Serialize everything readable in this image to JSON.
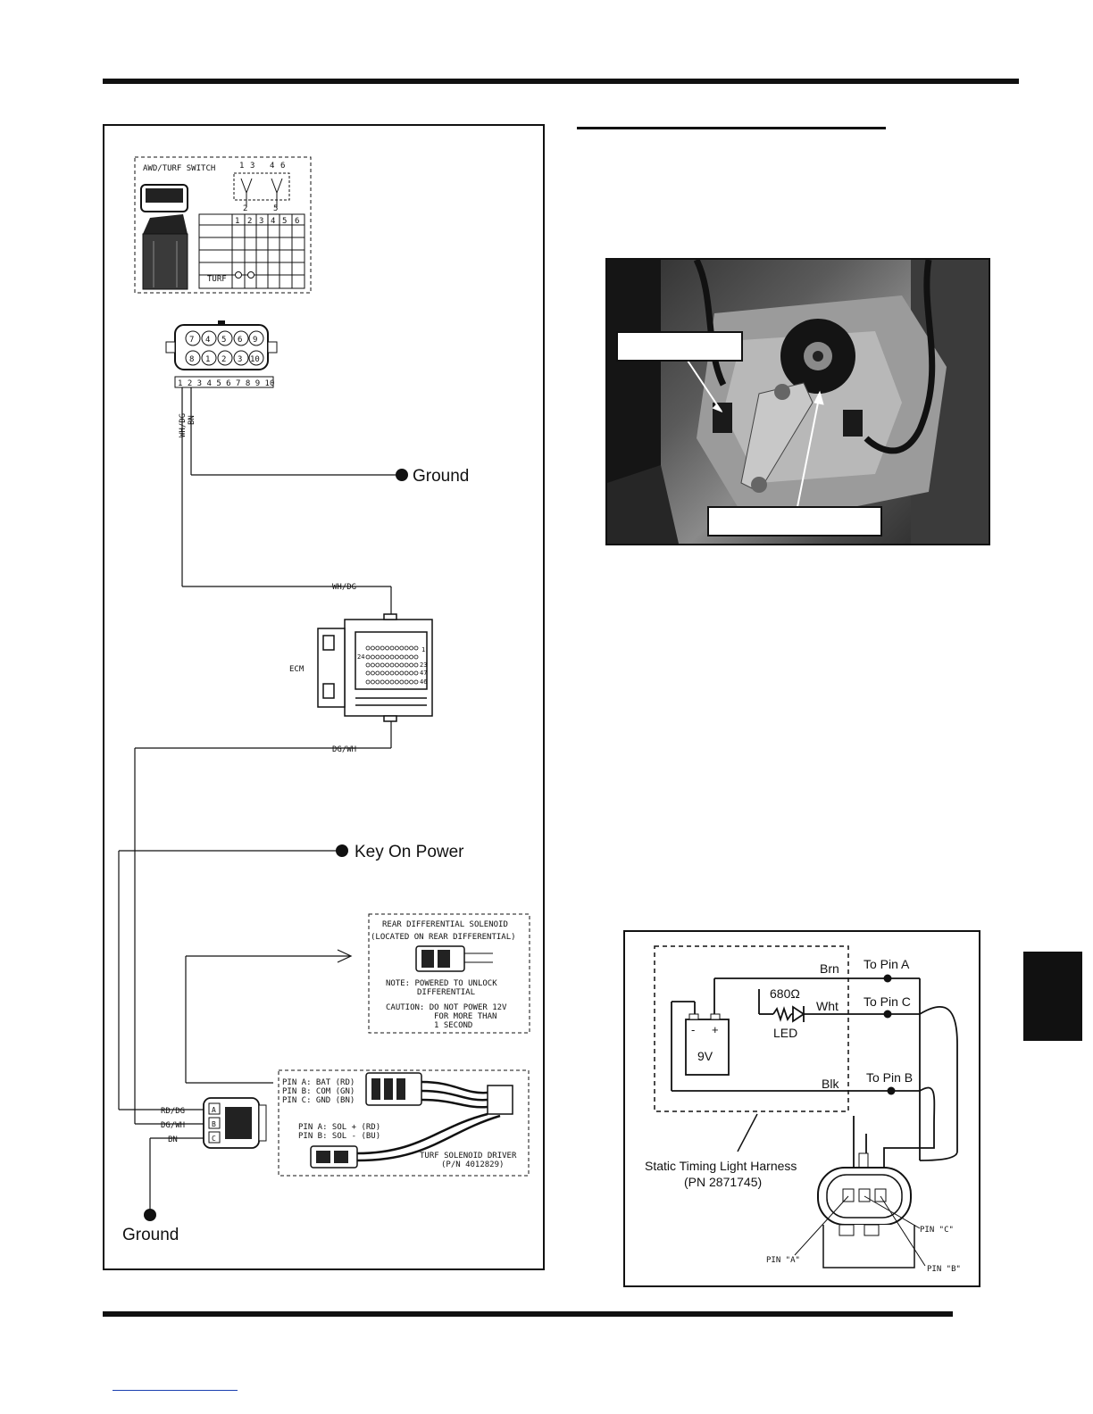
{
  "wiring_diagram": {
    "switch": {
      "title": "AWD/TURF SWITCH",
      "pin_top": [
        "1",
        "3",
        "4",
        "6"
      ],
      "pin_bottom": [
        "2",
        "5"
      ],
      "table_header": [
        "1",
        "2",
        "3",
        "4",
        "5",
        "6"
      ],
      "table_row_label": "TURF"
    },
    "connector": {
      "top_pins": [
        "7",
        "4",
        "5",
        "6",
        "9"
      ],
      "bottom_pins": [
        "8",
        "1",
        "2",
        "3",
        "10"
      ],
      "strip": "1 2 3 4 5 6 7 8 9 10"
    },
    "wires": {
      "wh_dg": "WH/DG",
      "bn": "BN",
      "dg_wh": "DG/WH",
      "rd_dg": "RD/DG"
    },
    "ground_top": "Ground",
    "ecm_label": "ECM",
    "ecm_pins": {
      "r1": "1",
      "r2l": "24",
      "r2r": "23",
      "r3": "47",
      "r4": "46"
    },
    "key_on_power": "Key On Power",
    "rear_diff": {
      "title": "REAR DIFFERENTIAL SOLENOID",
      "subtitle": "(LOCATED ON REAR DIFFERENTIAL)",
      "note1": "NOTE: POWERED TO UNLOCK",
      "note2": "DIFFERENTIAL",
      "caution1": "CAUTION: DO NOT POWER 12V",
      "caution2": "FOR MORE THAN",
      "caution3": "1 SECOND"
    },
    "driver": {
      "pin_a": "PIN A: BAT (RD)",
      "pin_b": "PIN B: COM (GN)",
      "pin_c": "PIN C: GND (BN)",
      "sol_a": "PIN A: SOL + (RD)",
      "sol_b": "PIN B: SOL - (BU)",
      "title": "TURF SOLENOID DRIVER",
      "part": "(P/N 4012829)"
    },
    "plug_pins": {
      "a": "A",
      "b": "B",
      "c": "C"
    },
    "ground_bottom": "Ground"
  },
  "harness_diagram": {
    "brn": "Brn",
    "wht": "Wht",
    "blk": "Blk",
    "to_pin_a": "To Pin A",
    "to_pin_c": "To Pin C",
    "to_pin_b": "To Pin B",
    "resistor": "680Ω",
    "led": "LED",
    "battery": "9V",
    "minus": "-",
    "plus": "+",
    "caption1": "Static Timing Light Harness",
    "caption2": "(PN 2871745)",
    "pin_a_label": "PIN \"A\"",
    "pin_b_label": "PIN \"B\"",
    "pin_c_label": "PIN \"C\""
  }
}
